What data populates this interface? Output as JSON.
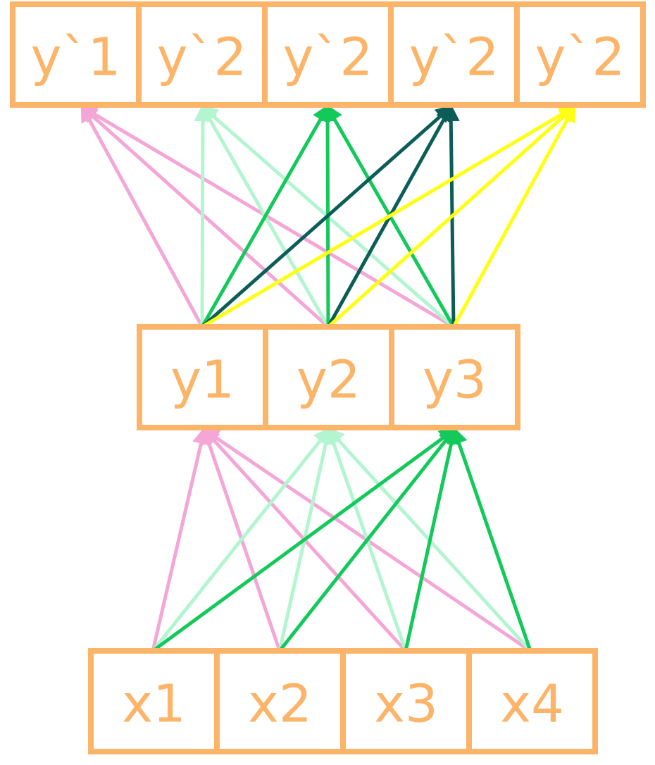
{
  "layers": [
    {
      "id": "output",
      "cells": [
        {
          "label": "y`1"
        },
        {
          "label": "y`2"
        },
        {
          "label": "y`2"
        },
        {
          "label": "y`2"
        },
        {
          "label": "y`2"
        }
      ]
    },
    {
      "id": "hidden",
      "cells": [
        {
          "label": "y1"
        },
        {
          "label": "y2"
        },
        {
          "label": "y3"
        }
      ]
    },
    {
      "id": "input",
      "cells": [
        {
          "label": "x1"
        },
        {
          "label": "x2"
        },
        {
          "label": "x3"
        },
        {
          "label": "x4"
        }
      ]
    }
  ],
  "connections": [
    {
      "from_layer": "input",
      "to_layer": "hidden",
      "target": 0,
      "color": "#F4A6D7"
    },
    {
      "from_layer": "input",
      "to_layer": "hidden",
      "target": 1,
      "color": "#B2F5D0"
    },
    {
      "from_layer": "input",
      "to_layer": "hidden",
      "target": 2,
      "color": "#12C95A"
    },
    {
      "from_layer": "hidden",
      "to_layer": "output",
      "target": 0,
      "color": "#F4A6D7"
    },
    {
      "from_layer": "hidden",
      "to_layer": "output",
      "target": 1,
      "color": "#B2F5D0"
    },
    {
      "from_layer": "hidden",
      "to_layer": "output",
      "target": 2,
      "color": "#12C95A"
    },
    {
      "from_layer": "hidden",
      "to_layer": "output",
      "target": 3,
      "color": "#0B5E57"
    },
    {
      "from_layer": "hidden",
      "to_layer": "output",
      "target": 4,
      "color": "#FFFF10"
    }
  ]
}
